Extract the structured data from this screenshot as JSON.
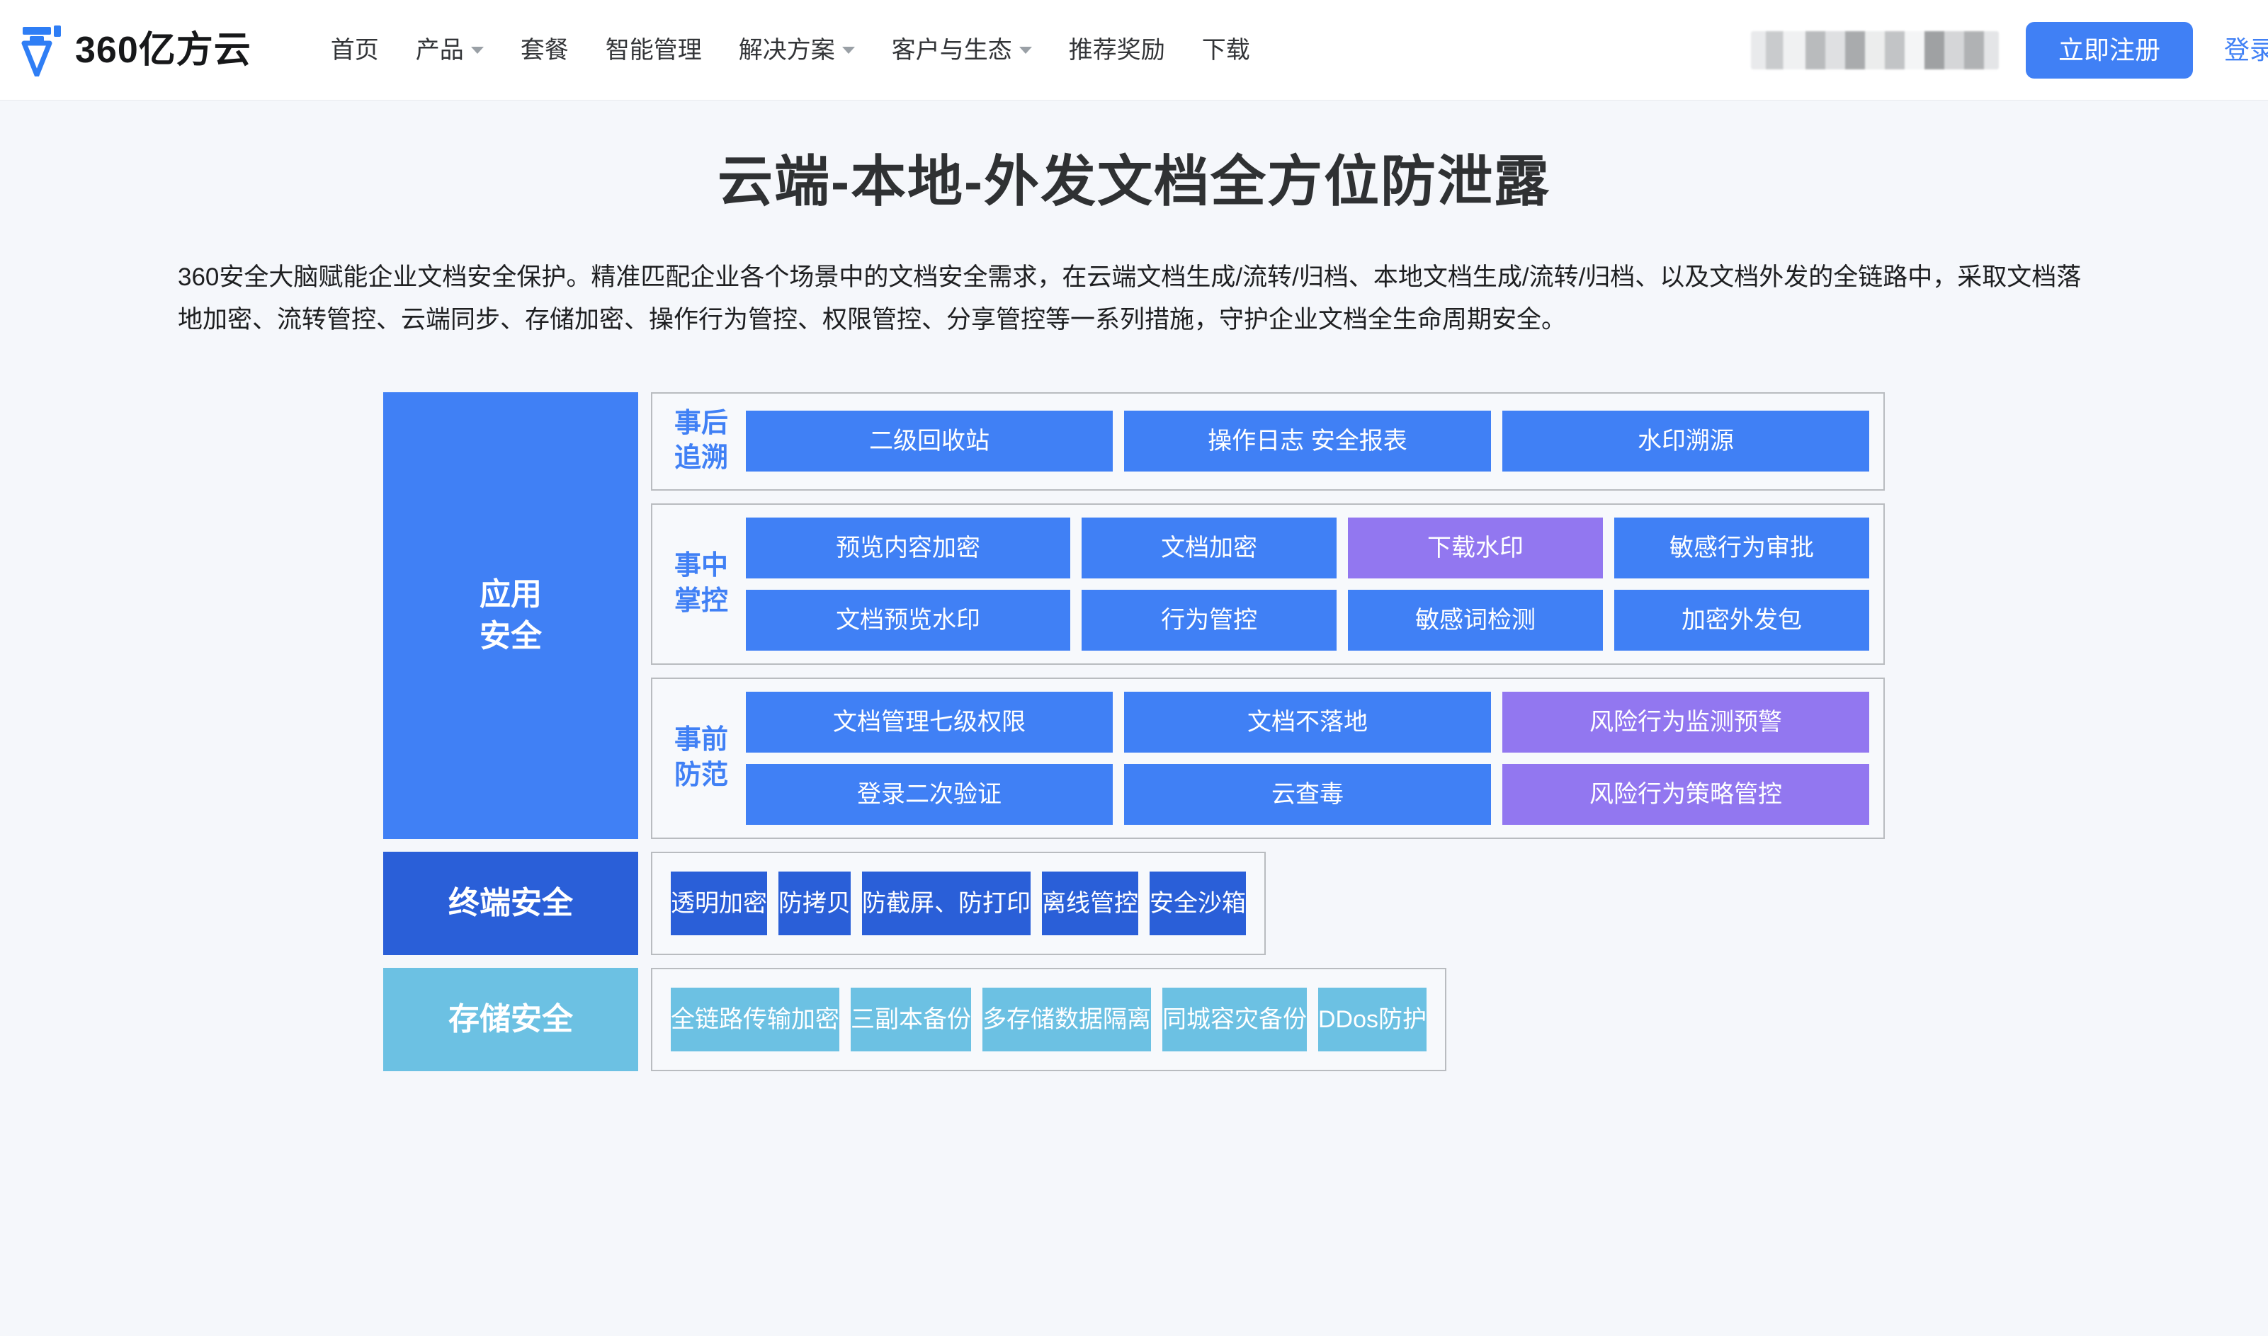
{
  "header": {
    "brand_name": "360亿方云",
    "nav_items": [
      {
        "label": "首页",
        "has_dropdown": false
      },
      {
        "label": "产品",
        "has_dropdown": true
      },
      {
        "label": "套餐",
        "has_dropdown": false
      },
      {
        "label": "智能管理",
        "has_dropdown": false
      },
      {
        "label": "解决方案",
        "has_dropdown": true
      },
      {
        "label": "客户与生态",
        "has_dropdown": true
      },
      {
        "label": "推荐奖励",
        "has_dropdown": false
      },
      {
        "label": "下载",
        "has_dropdown": false
      }
    ],
    "register_label": "立即注册",
    "login_label": "登录",
    "accent_color": "#4080f5"
  },
  "hero": {
    "title": "云端-本地-外发文档全方位防泄露",
    "description": "360安全大脑赋能企业文档安全保护。精准匹配企业各个场景中的文档安全需求，在云端文档生成/流转/归档、本地文档生成/流转/归档、以及文档外发的全链路中，采取文档落地加密、流转管控、云端同步、存储加密、操作行为管控、权限管控、分享管控等一系列措施，守护企业文档全生命周期安全。"
  },
  "diagram": {
    "colors": {
      "blue": "#4080f5",
      "purple": "#9277f0",
      "dark_blue": "#2a5fd8",
      "light_blue": "#6cc1e3",
      "panel_bg": "#f7f9fc",
      "panel_border": "#b9bcc0"
    },
    "application_security": {
      "side_label_line1": "应用",
      "side_label_line2": "安全",
      "panels": [
        {
          "label_line1": "事后",
          "label_line2": "追溯",
          "rows": [
            [
              {
                "label": "二级回收站",
                "color": "blue"
              },
              {
                "label": "操作日志   安全报表",
                "color": "blue"
              },
              {
                "label": "水印溯源",
                "color": "blue"
              }
            ]
          ]
        },
        {
          "label_line1": "事中",
          "label_line2": "掌控",
          "rows": [
            [
              {
                "label": "预览内容加密",
                "color": "blue"
              },
              {
                "label": "文档加密",
                "color": "blue"
              },
              {
                "label": "下载水印",
                "color": "purple"
              },
              {
                "label": "敏感行为审批",
                "color": "blue"
              }
            ],
            [
              {
                "label": "文档预览水印",
                "color": "blue"
              },
              {
                "label": "行为管控",
                "color": "blue"
              },
              {
                "label": "敏感词检测",
                "color": "blue"
              },
              {
                "label": "加密外发包",
                "color": "blue"
              }
            ]
          ]
        },
        {
          "label_line1": "事前",
          "label_line2": "防范",
          "rows": [
            [
              {
                "label": "文档管理七级权限",
                "color": "blue"
              },
              {
                "label": "文档不落地",
                "color": "blue"
              },
              {
                "label": "风险行为监测预警",
                "color": "purple"
              }
            ],
            [
              {
                "label": "登录二次验证",
                "color": "blue"
              },
              {
                "label": "云查毒",
                "color": "blue"
              },
              {
                "label": "风险行为策略管控",
                "color": "purple"
              }
            ]
          ]
        }
      ]
    },
    "terminal_security": {
      "side_label": "终端安全",
      "tiles": [
        {
          "label": "透明加密",
          "color": "dark_blue"
        },
        {
          "label": "防拷贝",
          "color": "dark_blue"
        },
        {
          "label": "防截屏、防打印",
          "color": "dark_blue"
        },
        {
          "label": "离线管控",
          "color": "dark_blue"
        },
        {
          "label": "安全沙箱",
          "color": "dark_blue"
        }
      ]
    },
    "storage_security": {
      "side_label": "存储安全",
      "tiles": [
        {
          "label": "全链路传输加密",
          "color": "light_blue"
        },
        {
          "label": "三副本备份",
          "color": "light_blue"
        },
        {
          "label": "多存储数据隔离",
          "color": "light_blue"
        },
        {
          "label": "同城容灾备份",
          "color": "light_blue"
        },
        {
          "label": "DDos防护",
          "color": "light_blue"
        }
      ]
    }
  }
}
